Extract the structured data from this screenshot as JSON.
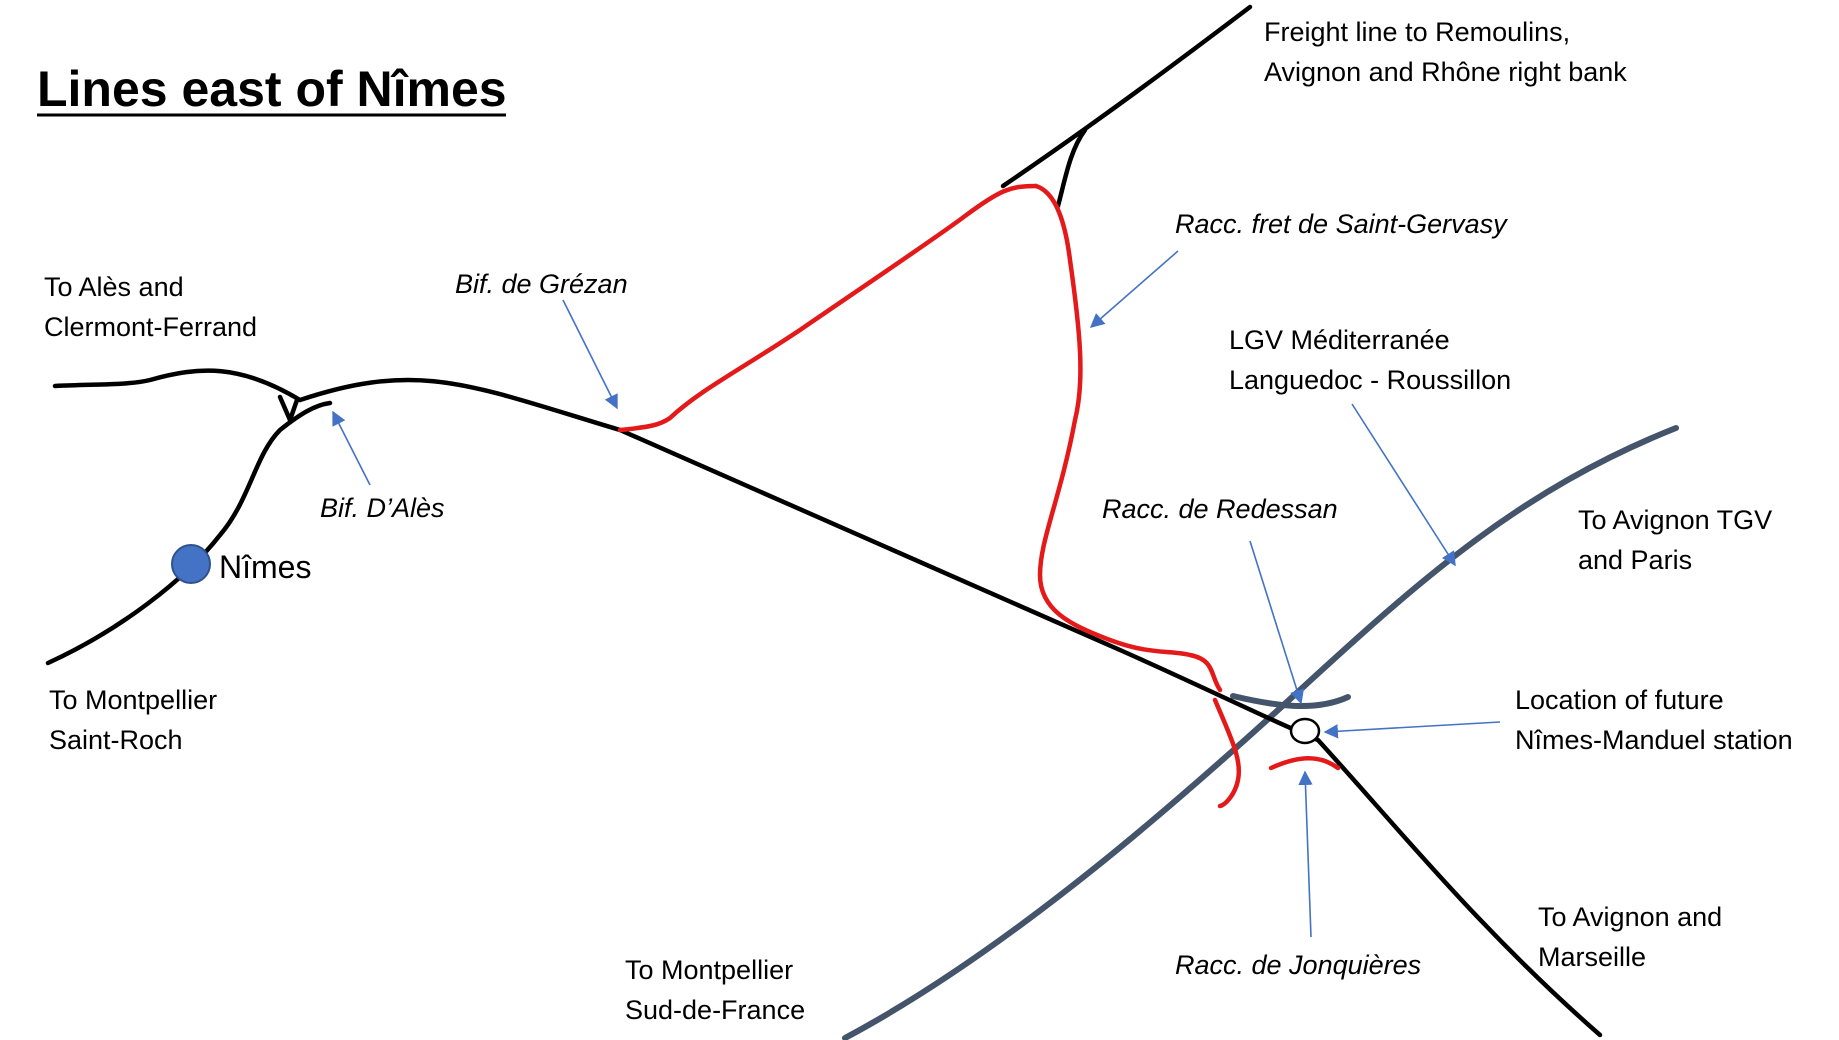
{
  "title": "Lines east of Nîmes",
  "colors": {
    "existing_line": "#000000",
    "connection_line": "#e41a1a",
    "lgv_line": "#44546a",
    "pointer": "#4472c4",
    "station_marker": "#4472c4"
  },
  "station": {
    "name": "Nîmes"
  },
  "destinations": {
    "ales": [
      "To Alès and",
      "Clermont-Ferrand"
    ],
    "montpellier_saint_roch": [
      "To Montpellier",
      "Saint-Roch"
    ],
    "freight_remoulins": [
      "Freight line to Remoulins,",
      "Avignon and Rhône right bank"
    ],
    "lgv_name": [
      "LGV Méditerranée",
      "Languedoc - Roussillon"
    ],
    "avignon_tgv": [
      "To Avignon TGV",
      "and Paris"
    ],
    "future_station": [
      "Location of future",
      "Nîmes-Manduel station"
    ],
    "avignon_marseille": [
      "To Avignon and",
      "Marseille"
    ],
    "montpellier_sud": [
      "To Montpellier",
      "Sud-de-France"
    ]
  },
  "junctions": {
    "bif_ales": "Bif. D’Alès",
    "bif_grezan": "Bif. de Grézan",
    "racc_saint_gervasy": "Racc. fret de Saint-Gervasy",
    "racc_redessan": "Racc. de Redessan",
    "racc_jonquieres": "Racc. de Jonquières"
  }
}
